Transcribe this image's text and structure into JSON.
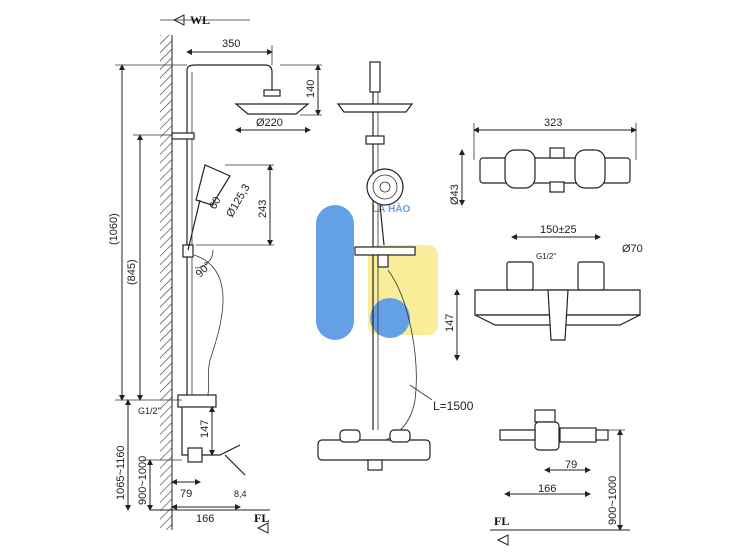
{
  "labels": {
    "wall": "WL",
    "floor_left": "FL",
    "floor_right": "FL",
    "hose_length": "L=1500",
    "thread_left": "G1/2\"",
    "thread_right": "G1/2\""
  },
  "dims": {
    "arm_length": "350",
    "head_height": "140",
    "head_dia": "Ø220",
    "total_height": "(1060)",
    "holder_height": "(845)",
    "hand_dia": "Ø125,3",
    "hand_angle": "60",
    "hand_len": "243",
    "rotation": "90°",
    "mixer_height": "147",
    "spout_offset": "79",
    "depth": "166",
    "range_high": "1065~1160",
    "range_low": "900~1000",
    "small_dim": "8,4",
    "bar_length": "323",
    "bar_dia": "Ø43",
    "center_dist": "150±25",
    "escutcheon_dia": "Ø70",
    "bar_height": "147",
    "tub_offset": "79",
    "tub_depth": "166",
    "tub_range": "900~1000"
  },
  "logo": {
    "text": "LÂ HÀO",
    "colors": {
      "blue": "#4a90e2",
      "yellow": "#f7e56a"
    }
  }
}
